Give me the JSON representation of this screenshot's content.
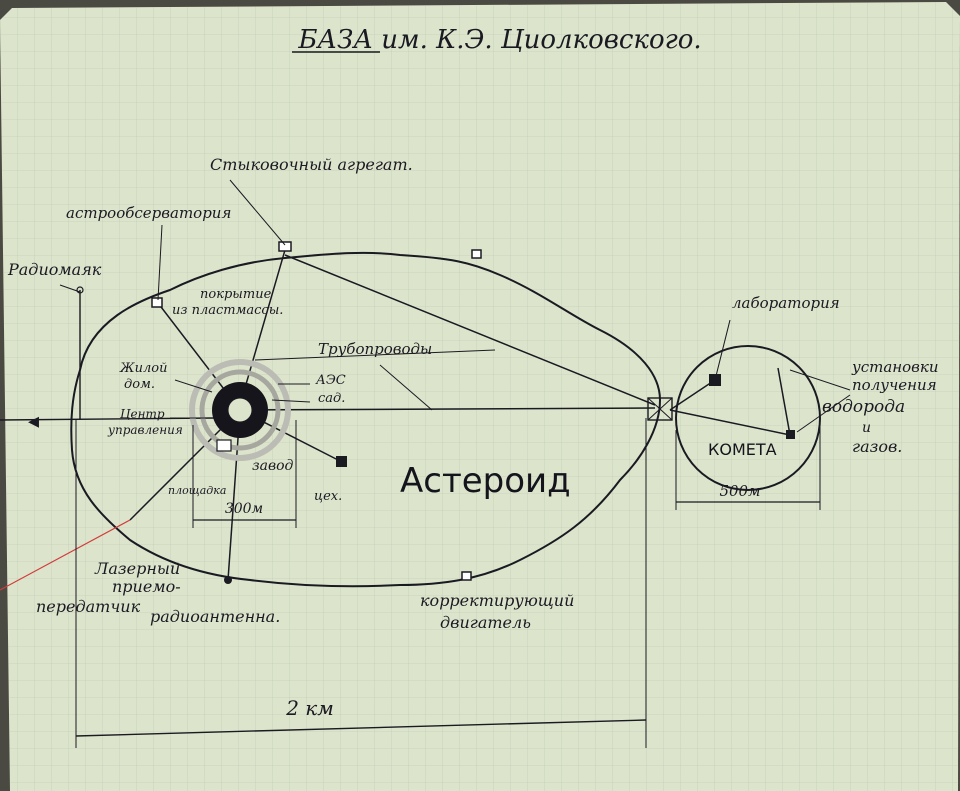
{
  "title": "БАЗА им. К.Э. Циолковского.",
  "labels": {
    "docking": "Стыковочный агрегат.",
    "observatory": "астрообсерватория",
    "beacon": "Радиомаяк",
    "coating_line1": "покрытие",
    "coating_line2": "из пластмассы.",
    "pipelines": "Трубопроводы",
    "housing_line1": "Жилой",
    "housing_line2": "дом.",
    "npp": "АЭС",
    "garden": "сад.",
    "control_line1": "Центр",
    "control_line2": "управления",
    "plant": "завод",
    "platform": "площадка",
    "workshop": "цех.",
    "asteroid": "Астероид",
    "laser_line1": "Лазерный",
    "laser_line2": "приемо-",
    "laser_line3": "передатчик",
    "radio_antenna": "радиоантенна.",
    "engine_line1": "корректирующий",
    "engine_line2": "двигатель",
    "laboratory": "лаборатория",
    "hydrogen_line1": "установки",
    "hydrogen_line2": "получения",
    "hydrogen_line3": "водорода",
    "hydrogen_line4": "и",
    "hydrogen_line5": "газов.",
    "comet": "КОМЕТА"
  },
  "dimensions": {
    "core": "300м",
    "comet": "500м",
    "total": "2 км"
  },
  "colors": {
    "paper": "#dde4cc",
    "ink": "#1a1a22",
    "laser": "#d23c3c"
  }
}
